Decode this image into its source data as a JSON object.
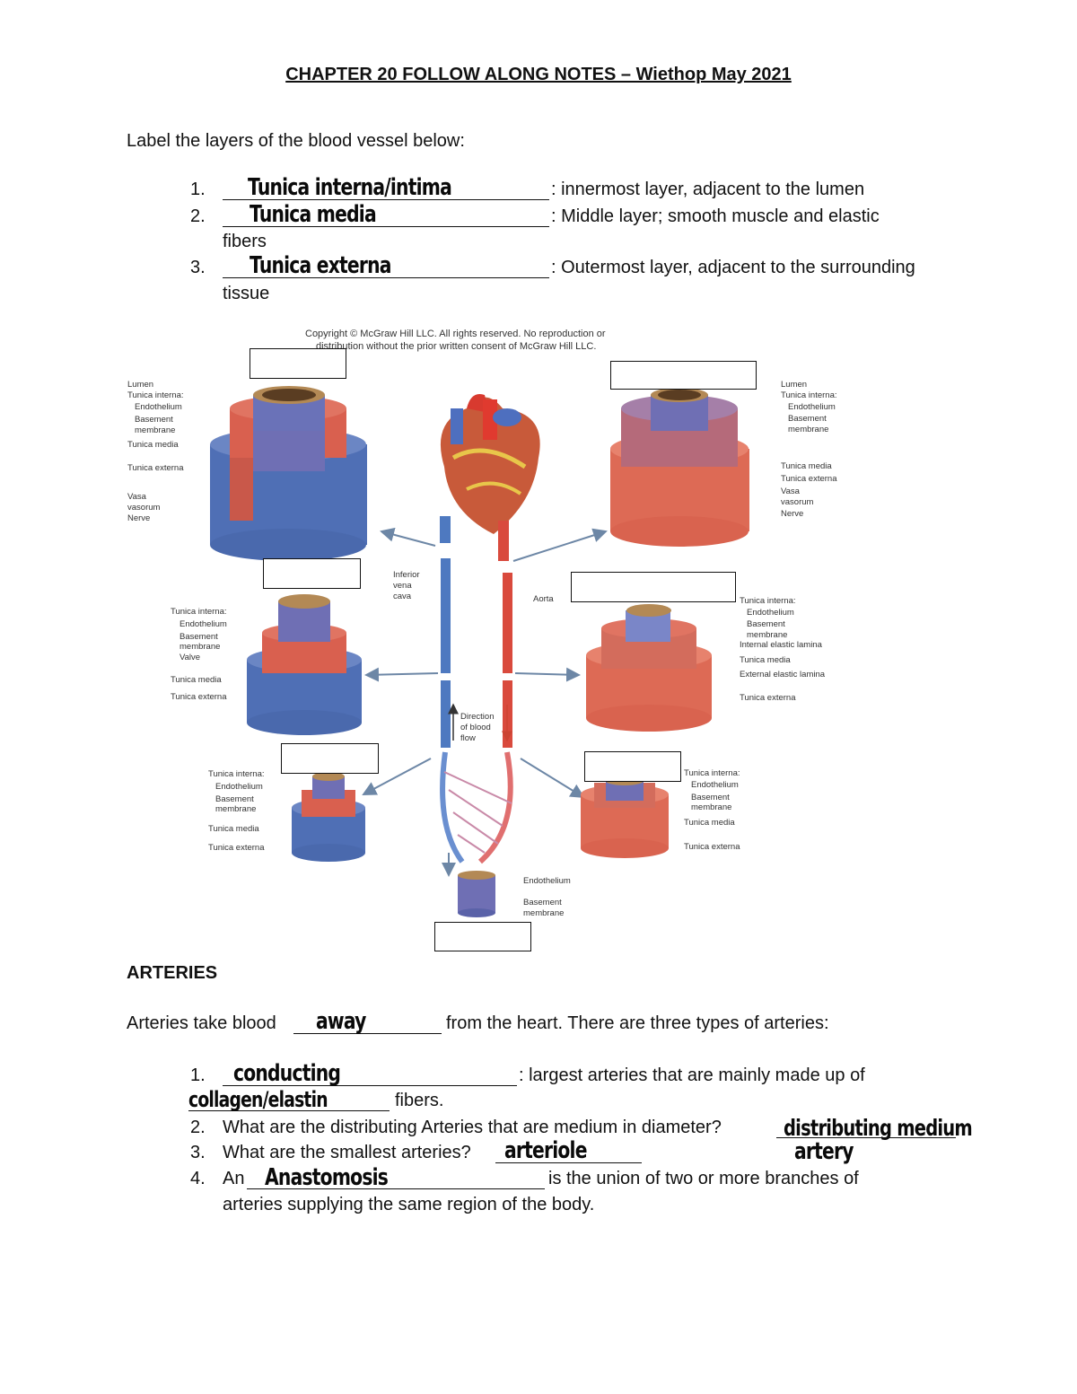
{
  "title": "CHAPTER 20 FOLLOW ALONG NOTES – Wiethop May 2021",
  "layers": {
    "prompt": "Label the layers of the blood vessel below:",
    "items": [
      {
        "num": "1.",
        "answer": "Tunica interna/intima",
        "desc": ": innermost layer, adjacent to the lumen",
        "cont": ""
      },
      {
        "num": "2.",
        "answer": "Tunica media",
        "desc": ": Middle layer; smooth muscle and elastic",
        "cont": "fibers"
      },
      {
        "num": "3.",
        "answer": "Tunica externa",
        "desc": ": Outermost layer, adjacent to the surrounding",
        "cont": "tissue"
      }
    ]
  },
  "figure": {
    "copyright_1": "Copyright © McGraw Hill LLC. All rights reserved. No reproduction or",
    "copyright_2": "distribution without the prior written consent of McGraw Hill LLC.",
    "vein_large": [
      "Lumen",
      "Tunica interna:",
      "Endothelium",
      "Basement",
      "membrane",
      "Tunica media",
      "Tunica externa",
      "Vasa",
      "vasorum",
      "Nerve"
    ],
    "artery_large": [
      "Lumen",
      "Tunica interna:",
      "Endothelium",
      "Basement",
      "membrane",
      "Tunica media",
      "Tunica externa",
      "Vasa",
      "vasorum",
      "Nerve"
    ],
    "center": [
      "Inferior",
      "vena",
      "cava",
      "Aorta",
      "Direction",
      "of blood",
      "flow"
    ],
    "vein_medium": [
      "Tunica interna:",
      "Endothelium",
      "Basement",
      "membrane",
      "Valve",
      "Tunica media",
      "Tunica externa"
    ],
    "artery_medium": [
      "Tunica interna:",
      "Endothelium",
      "Basement",
      "membrane",
      "Internal elastic lamina",
      "Tunica media",
      "External elastic lamina",
      "Tunica externa"
    ],
    "venule": [
      "Tunica interna:",
      "Endothelium",
      "Basement",
      "membrane",
      "Tunica media",
      "Tunica externa"
    ],
    "arteriole": [
      "Tunica interna:",
      "Endothelium",
      "Basement",
      "membrane",
      "Tunica media",
      "Tunica externa"
    ],
    "capillary": [
      "Endothelium",
      "Basement",
      "membrane"
    ]
  },
  "arteries": {
    "heading": "ARTERIES",
    "intro_before": "Arteries take blood",
    "intro_answer": "away",
    "intro_after": "from the heart. There are three types of arteries:",
    "q1_num": "1.",
    "q1_answer": "conducting",
    "q1_text": ": largest arteries that are mainly made up of",
    "q1_answer2": "collagen/elastin",
    "q1_text2": "fibers.",
    "q2_num": "2.",
    "q2_text": "What are the distributing Arteries that are medium in diameter?",
    "q2_answer": "distributing medium",
    "q2_answer2": "artery",
    "q3_num": "3.",
    "q3_text": "What are the smallest arteries?",
    "q3_answer": "arteriole",
    "q4_num": "4.",
    "q4_before": "An",
    "q4_answer": "Anastomosis",
    "q4_after": "is the union of two or more branches of",
    "q4_cont": "arteries supplying the same region of the body."
  }
}
